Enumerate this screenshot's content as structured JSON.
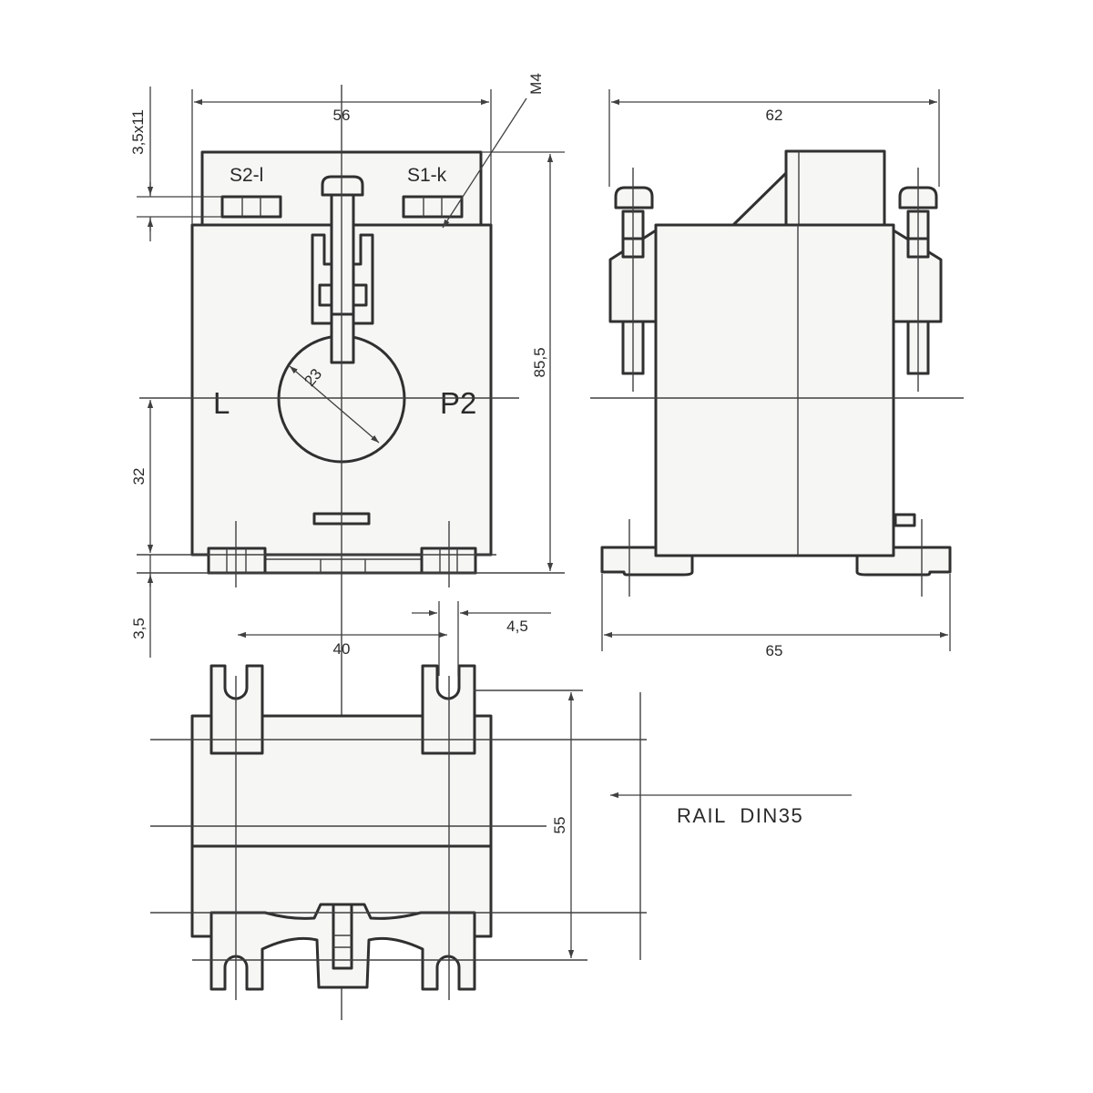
{
  "labels": {
    "terminal_s2": "S2-l",
    "terminal_s1": "S1-k",
    "side_l": "L",
    "side_p2": "P2",
    "screw": "M4",
    "rail": "RAIL  DIN35"
  },
  "dimensions": {
    "width_front": "56",
    "depth_side": "62",
    "height_total": "85,5",
    "hole_diameter": "23",
    "center_height": "32",
    "terminal_slot": "3,5x11",
    "base_thickness": "3,5",
    "mount_spacing": "40",
    "slot_width": "4,5",
    "foot_width": "65",
    "bottom_depth": "55"
  }
}
